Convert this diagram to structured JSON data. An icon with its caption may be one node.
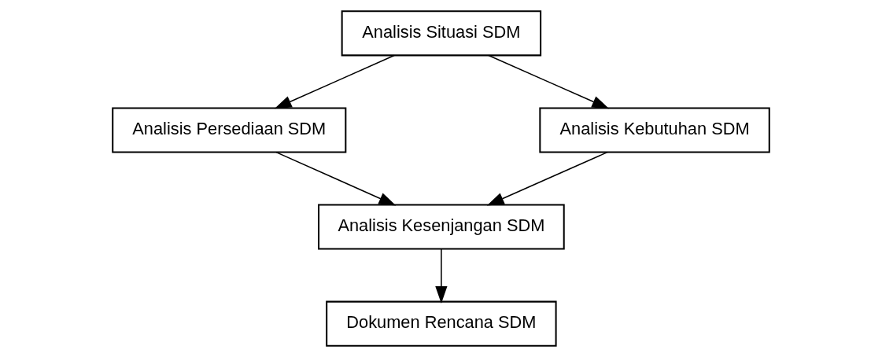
{
  "diagram": {
    "nodes": [
      {
        "text": [
          "Analisis Situasi SDM"
        ]
      },
      {
        "text": [
          "Analisis Persediaan SDM"
        ]
      },
      {
        "text": [
          "Analisis Kebutuhan SDM"
        ]
      },
      {
        "text": [
          "Analisis Kesenjangan SDM"
        ]
      },
      {
        "text": [
          "Dokumen Rencana SDM"
        ]
      }
    ],
    "edges": [
      {
        "from": 0,
        "to": 1,
        "arrow": "to"
      },
      {
        "from": 0,
        "to": 2,
        "arrow": "to"
      },
      {
        "from": 1,
        "to": 3,
        "arrow": "to"
      },
      {
        "from": 2,
        "to": 3,
        "arrow": "to"
      },
      {
        "from": 3,
        "to": 4,
        "arrow": "to"
      }
    ]
  }
}
